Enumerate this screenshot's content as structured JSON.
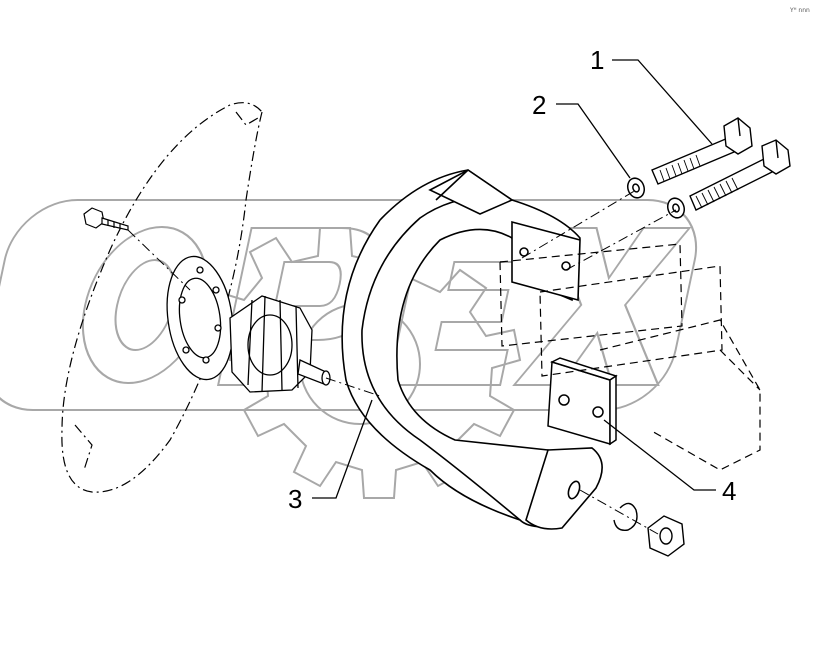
{
  "diagram": {
    "corner_code": "Yᴴ nnn",
    "callouts": [
      {
        "id": "callout-1",
        "label": "1"
      },
      {
        "id": "callout-2",
        "label": "2"
      },
      {
        "id": "callout-3",
        "label": "3"
      },
      {
        "id": "callout-4",
        "label": "4"
      }
    ],
    "watermark": {
      "text": "OPEX",
      "color": "#9a9a9a"
    },
    "colors": {
      "line": "#000000",
      "watermark": "#b0b0b0"
    }
  }
}
